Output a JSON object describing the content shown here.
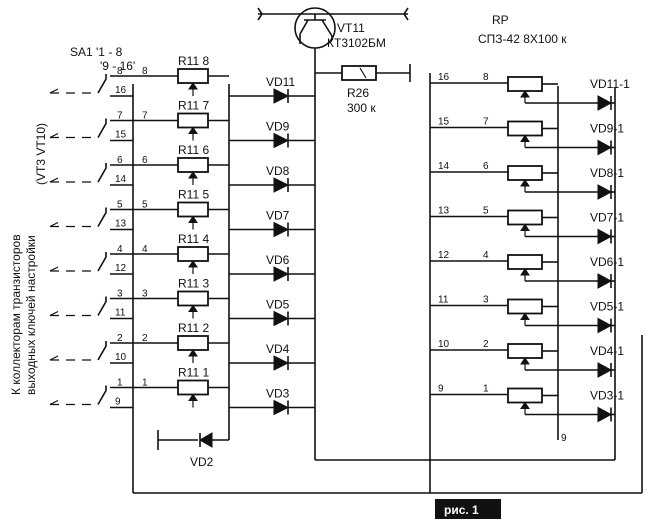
{
  "transistor": {
    "ref": "VT11",
    "part": "КТ3102БМ"
  },
  "resistor26": {
    "ref": "R26",
    "value": "300 к"
  },
  "rp": {
    "ref": "RP",
    "part": "СПЗ-42  8Х100 к"
  },
  "switch": {
    "ref": "SA1 '1 - 8",
    "range": "'9 - 16'"
  },
  "side_label": {
    "line1": "К коллекторам транзисторов",
    "line2": "выходных ключей настройки",
    "line3": "(VT3   VT10)"
  },
  "vd2": "VD2",
  "bottom_pin": "9",
  "figure_label": "рис. 1",
  "left_rows": [
    {
      "pin_top": "8",
      "pin_bot": "16",
      "tap": "8",
      "r": "R11 8",
      "vd": "VD11"
    },
    {
      "pin_top": "7",
      "pin_bot": "15",
      "tap": "7",
      "r": "R11 7",
      "vd": "VD9"
    },
    {
      "pin_top": "6",
      "pin_bot": "14",
      "tap": "6",
      "r": "R11 6",
      "vd": "VD8"
    },
    {
      "pin_top": "5",
      "pin_bot": "13",
      "tap": "5",
      "r": "R11 5",
      "vd": "VD7"
    },
    {
      "pin_top": "4",
      "pin_bot": "12",
      "tap": "4",
      "r": "R11 4",
      "vd": "VD6"
    },
    {
      "pin_top": "3",
      "pin_bot": "11",
      "tap": "3",
      "r": "R11 3",
      "vd": "VD5"
    },
    {
      "pin_top": "2",
      "pin_bot": "10",
      "tap": "2",
      "r": "R11 2",
      "vd": "VD4"
    },
    {
      "pin_top": "1",
      "pin_bot": "9",
      "tap": "1",
      "r": "R11 1",
      "vd": "VD3"
    }
  ],
  "right_rows": [
    {
      "pin_l": "16",
      "pin_r": "8",
      "vd": "VD11-1"
    },
    {
      "pin_l": "15",
      "pin_r": "7",
      "vd": "VD9-1"
    },
    {
      "pin_l": "14",
      "pin_r": "6",
      "vd": "VD8-1"
    },
    {
      "pin_l": "13",
      "pin_r": "5",
      "vd": "VD7-1"
    },
    {
      "pin_l": "12",
      "pin_r": "4",
      "vd": "VD6-1"
    },
    {
      "pin_l": "11",
      "pin_r": "3",
      "vd": "VD5-1"
    },
    {
      "pin_l": "10",
      "pin_r": "2",
      "vd": "VD4-1"
    },
    {
      "pin_l": "9",
      "pin_r": "1",
      "vd": "VD3-1"
    }
  ]
}
